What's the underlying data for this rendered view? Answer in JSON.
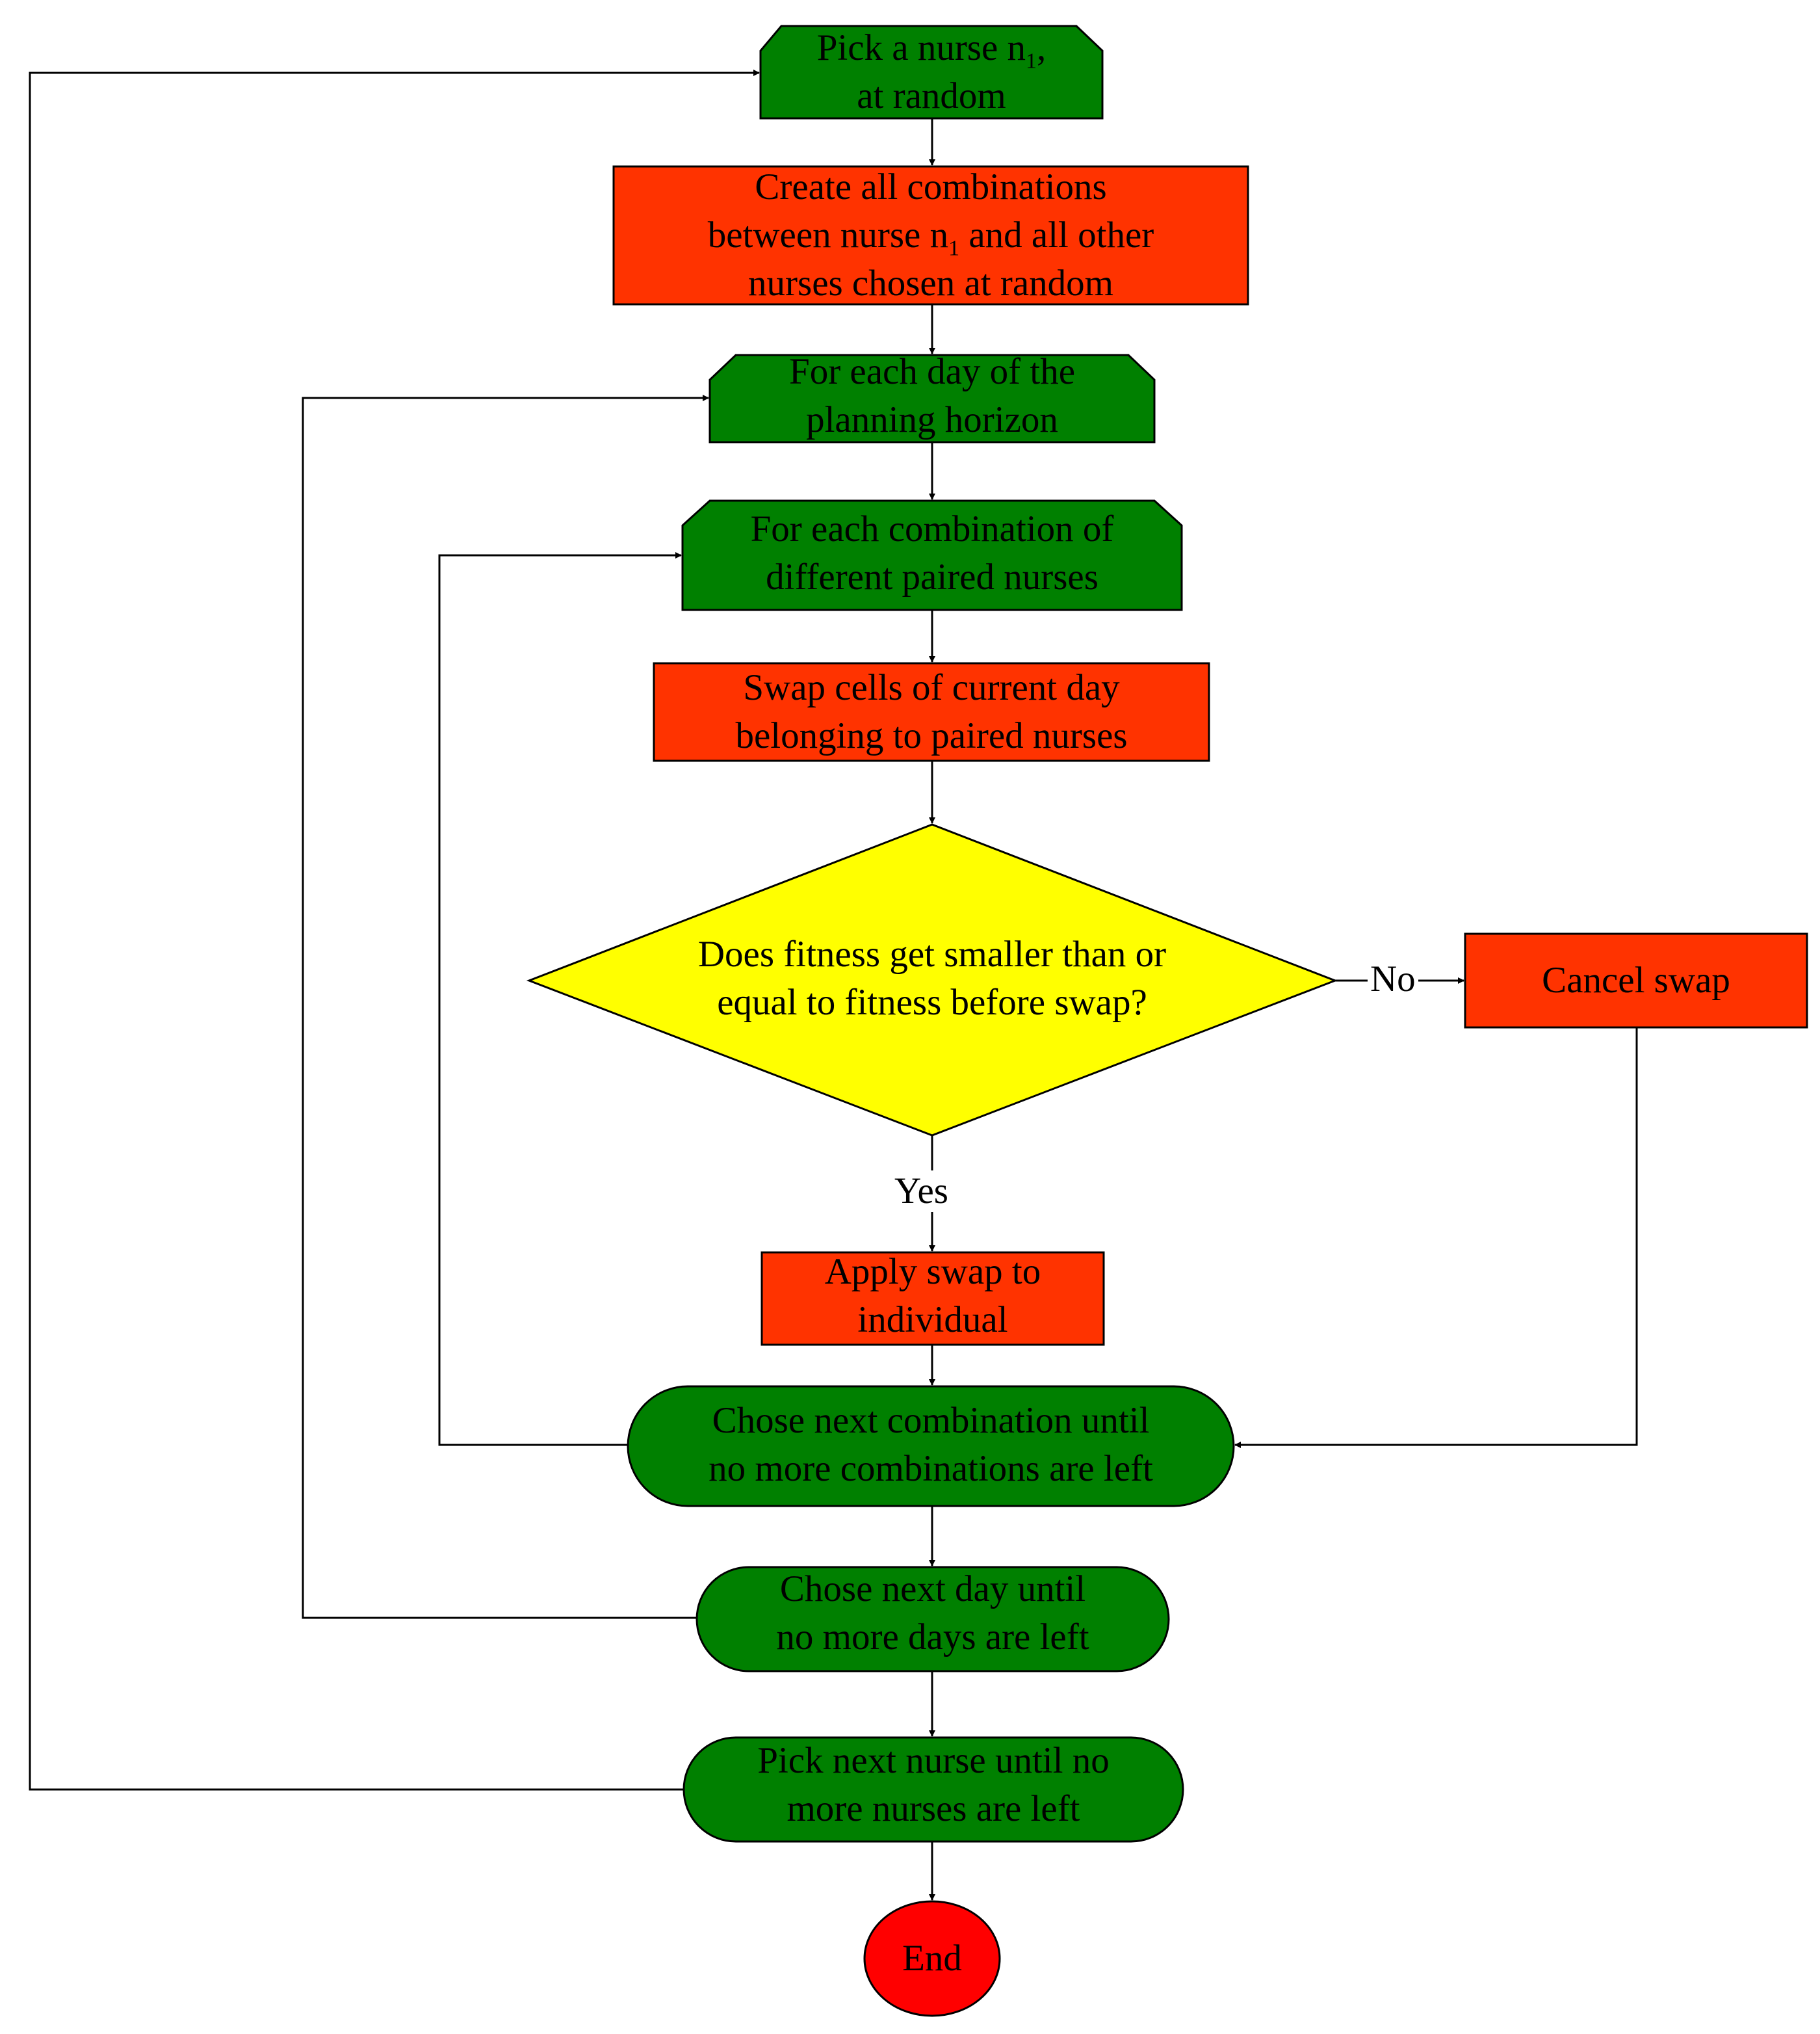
{
  "colors": {
    "loop_node": "#008000",
    "process_node": "#ff3300",
    "decision_node": "#ffff00",
    "end_node": "#ff0000",
    "line": "#000000"
  },
  "nodes": {
    "pick_nurse": {
      "line1_pre": "Pick a nurse n",
      "line1_sub": "1",
      "line1_post": ",",
      "line2": "at random"
    },
    "create_combinations": {
      "line1": "Create all combinations",
      "line2_pre": "between nurse n",
      "line2_sub": "1",
      "line2_post": " and all other",
      "line3": "nurses chosen at random"
    },
    "each_day": {
      "line1": "For each day of the",
      "line2": "planning horizon"
    },
    "each_combination": {
      "line1": "For each combination of",
      "line2": "different  paired nurses"
    },
    "swap_cells": {
      "line1": "Swap cells of current day",
      "line2": "belonging to paired nurses"
    },
    "fitness_check": {
      "line1": "Does fitness get smaller than or",
      "line2": "equal to fitness before swap?"
    },
    "cancel_swap": {
      "line1": "Cancel swap"
    },
    "apply_swap": {
      "line1": "Apply swap to",
      "line2": "individual"
    },
    "next_combination": {
      "line1": "Chose next combination until",
      "line2": "no more combinations are left"
    },
    "next_day": {
      "line1": "Chose next day until",
      "line2": "no more days are left"
    },
    "next_nurse": {
      "line1": "Pick next nurse until no",
      "line2": "more nurses are left"
    },
    "end": {
      "line1": "End"
    }
  },
  "edge_labels": {
    "no": "No",
    "yes": "Yes"
  }
}
